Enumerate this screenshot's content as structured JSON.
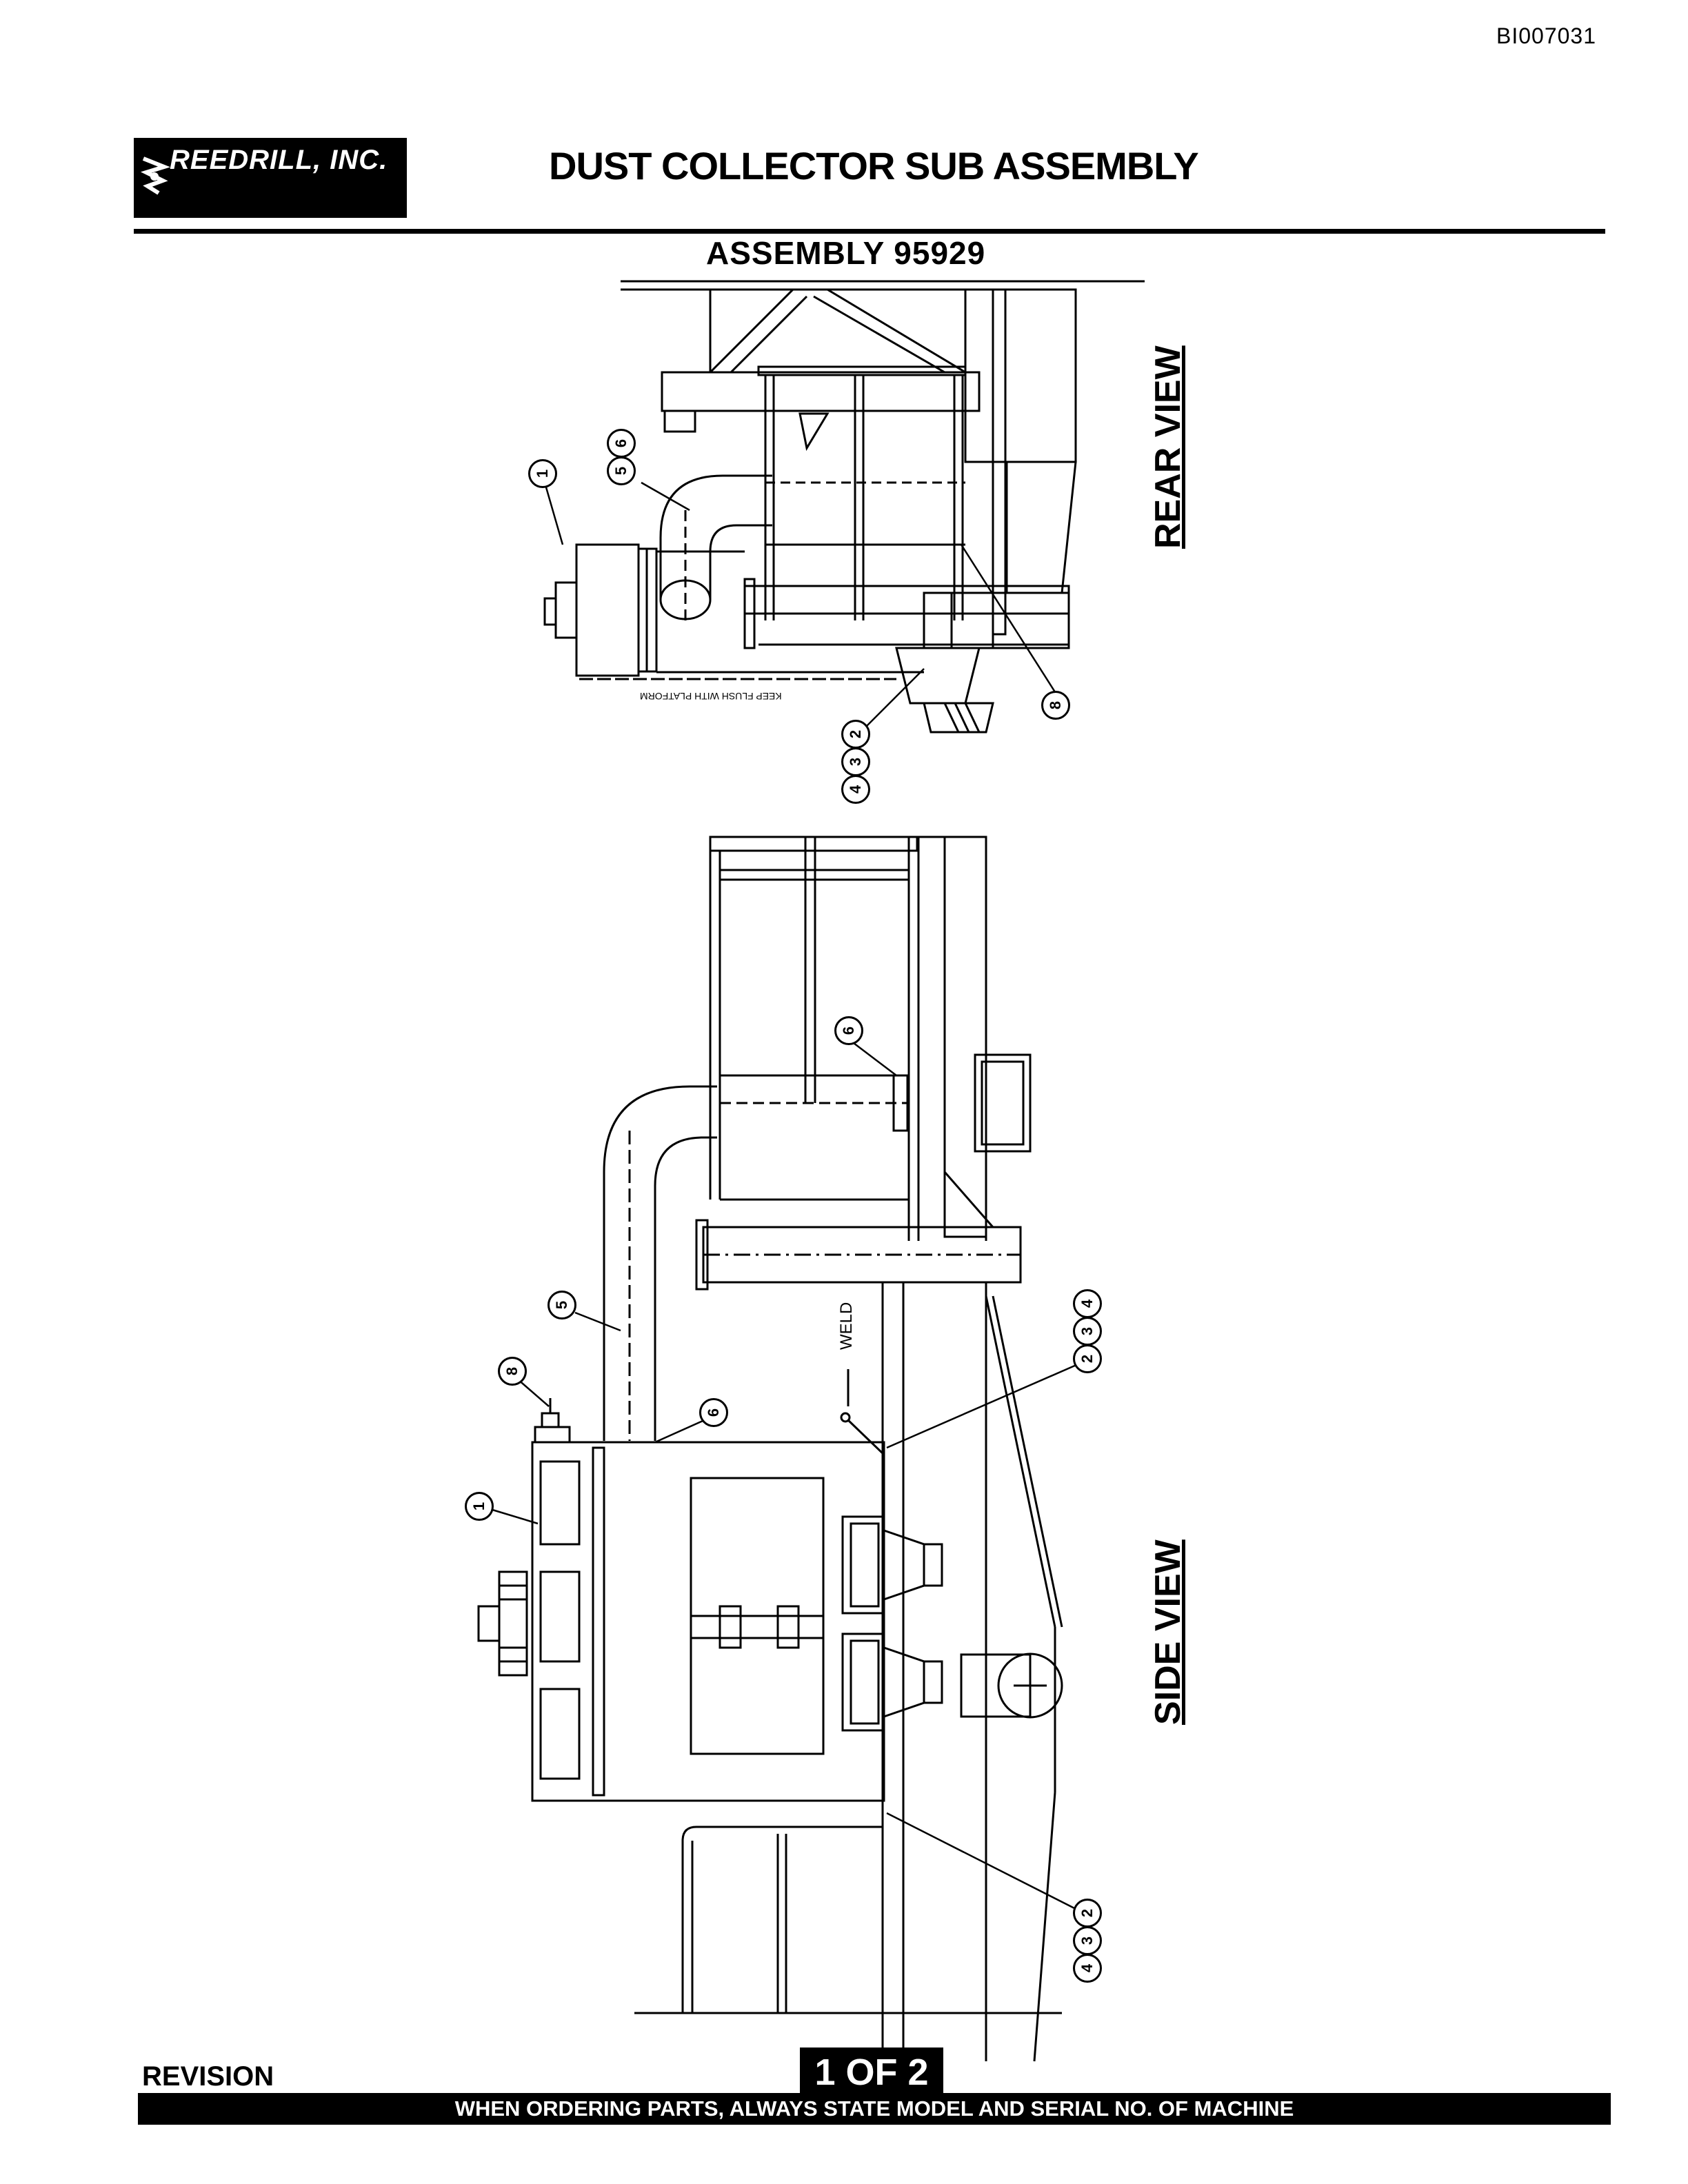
{
  "header": {
    "doc_id": "BI007031",
    "company_logo": "REEDRILL, INC.",
    "title": "DUST COLLECTOR SUB ASSEMBLY",
    "assembly": "ASSEMBLY 95929"
  },
  "views": {
    "rear_label": "REAR VIEW",
    "side_label": "SIDE VIEW",
    "rear_note": "KEEP FLUSH WITH PLATFORM",
    "weld_note": "WELD"
  },
  "callouts": {
    "rear": {
      "c1": "1",
      "c5": "5",
      "c6": "6",
      "c8": "8",
      "c2": "2",
      "c3": "3",
      "c4": "4"
    },
    "side": {
      "c6_top": "6",
      "c2_top": "2",
      "c3_top": "3",
      "c4_top": "4",
      "c5": "5",
      "c6_pipe": "6",
      "c8": "8",
      "c1": "1",
      "c2_bottom": "2",
      "c3_bottom": "3",
      "c4_bottom": "4"
    }
  },
  "footer": {
    "revision": "REVISION",
    "page": "1 OF 2",
    "notice": "WHEN ORDERING PARTS, ALWAYS STATE MODEL AND SERIAL NO. OF MACHINE"
  },
  "icons": {
    "logo_mark": "drill-bit-icon"
  }
}
